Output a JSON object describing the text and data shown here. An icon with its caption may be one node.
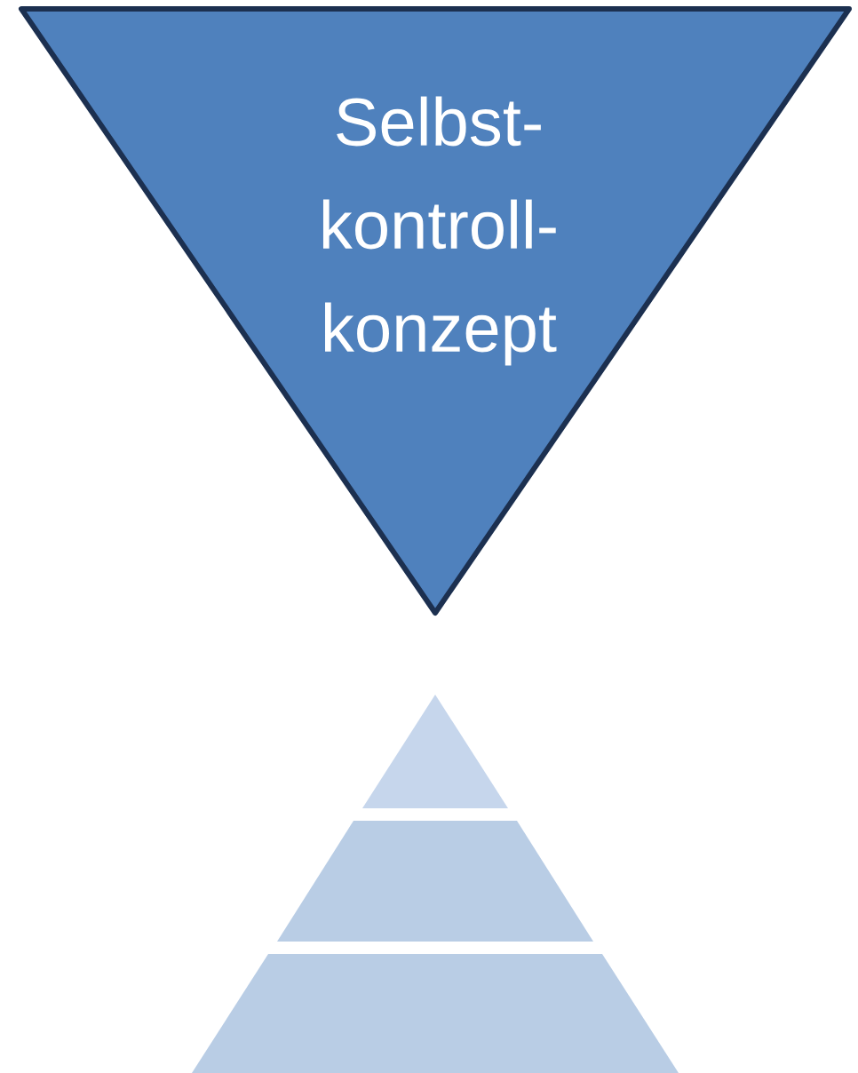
{
  "diagram": {
    "nodes": [
      {
        "text": [
          "Selbst- kontroll- konzept"
        ]
      },
      {
        "text": [],
        "shape": "triangle"
      },
      {
        "text": [],
        "shape": "trapezoid"
      },
      {
        "text": [],
        "shape": "trapezoid"
      }
    ]
  }
}
